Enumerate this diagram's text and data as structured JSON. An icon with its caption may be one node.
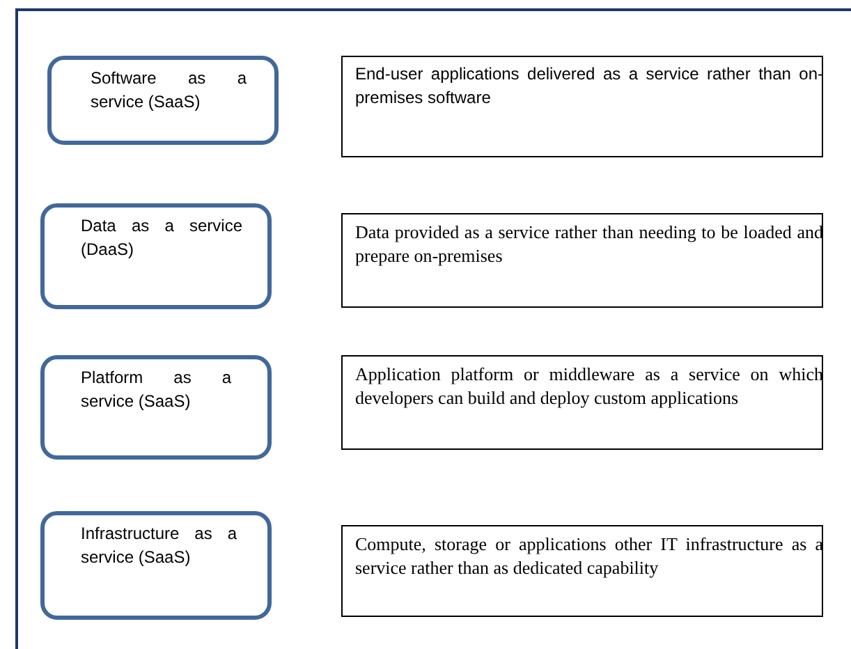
{
  "diagram": {
    "nodes": [
      {
        "text": [
          "Software as a service (SaaS)"
        ]
      },
      {
        "text": [
          "End-user applications delivered as a service rather than on-premises software"
        ]
      },
      {
        "text": [
          "Data as a service (DaaS)"
        ]
      },
      {
        "text": [
          "Data provided as a service rather than needing to be loaded and prepare on-premises"
        ]
      },
      {
        "text": [
          "Platform as a service (SaaS)"
        ]
      },
      {
        "text": [
          "Application platform or middleware as a service on which developers can build and deploy custom applications"
        ]
      },
      {
        "text": [
          "Infrastructure as a service (SaaS)"
        ]
      },
      {
        "text": [
          "Compute, storage or applications other IT infrastructure as a service rather than as dedicated capability"
        ]
      }
    ]
  }
}
